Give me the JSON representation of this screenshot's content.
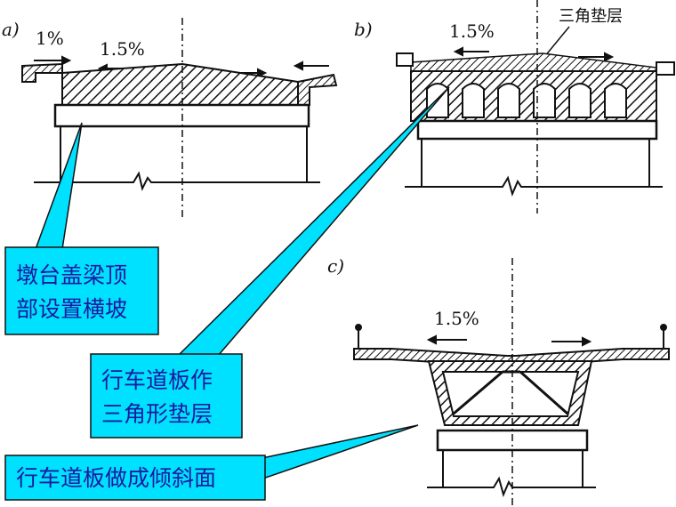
{
  "panels": {
    "a": {
      "letter": "a)",
      "slope_left": "1%",
      "slope_main": "1.5%"
    },
    "b": {
      "letter": "b)",
      "slope_main": "1.5%",
      "layer_label": "三角垫层"
    },
    "c": {
      "letter": "c)",
      "slope_main": "1.5%"
    }
  },
  "callouts": [
    {
      "lines": [
        "墩台盖梁顶",
        "部设置横坡"
      ]
    },
    {
      "lines": [
        "行车道板作",
        "三角形垫层"
      ]
    },
    {
      "lines": [
        "行车道板做成倾斜面"
      ]
    }
  ],
  "colors": {
    "callout_fill": "#00e0ff",
    "callout_text": "#1a1aa0",
    "line": "#111111"
  }
}
